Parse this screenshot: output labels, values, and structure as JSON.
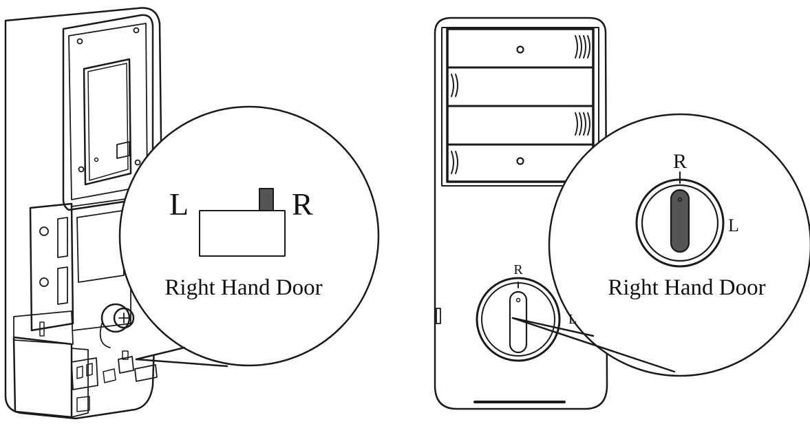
{
  "left_panel": {
    "label_left": "L",
    "label_right": "R",
    "caption": "Right Hand Door"
  },
  "right_panel": {
    "dial_label_top": "R",
    "dial_label_side": "L",
    "zoom_label_top": "R",
    "zoom_label_side": "L",
    "caption": "Right Hand Door"
  },
  "colors": {
    "line": "#1a1a1a",
    "switch_fill": "#555555",
    "background": "#ffffff"
  }
}
